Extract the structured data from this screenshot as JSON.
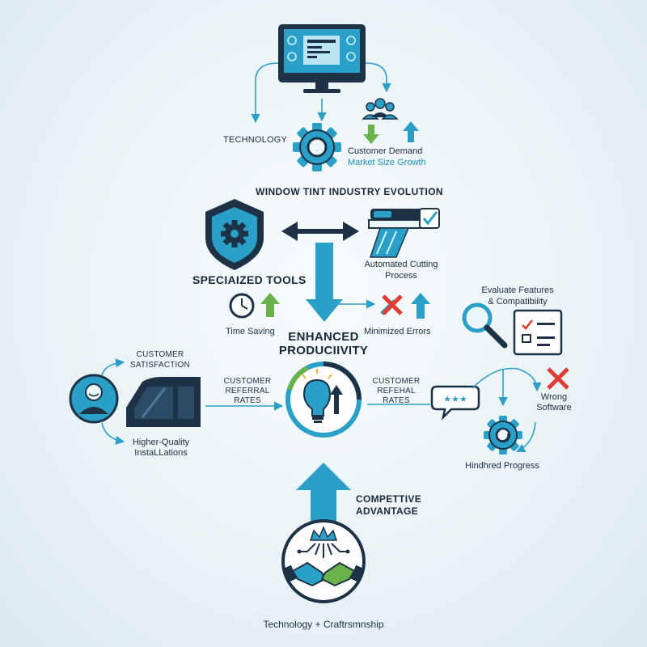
{
  "top": {
    "technology_label": "TECHNOLOGY",
    "demand_label": "Customer Demand",
    "market_label": "Market Size Growth"
  },
  "title": "WINDOW TINT INDUSTRY EVOLUTION",
  "tools": {
    "label": "SPECIAIZED TOOLS",
    "cutting_line1": "Automated Cutting",
    "cutting_line2": "Process"
  },
  "benefits": {
    "time_saving": "Time Saving",
    "minimized_errors": "Minimized Errors"
  },
  "center": {
    "line1": "ENHANCED",
    "line2": "PRODUCIIVITY"
  },
  "left": {
    "satisfaction_line1": "CUSTOMER",
    "satisfaction_line2": "SATISFACTION",
    "quality_line1": "Higher-Quality",
    "quality_line2": "InstaLLations",
    "referral_line1": "CUSTOMER",
    "referral_line2": "REFERRAL",
    "referral_line3": "RATES"
  },
  "right": {
    "referral_line1": "CUSTOMER",
    "referral_line2": "REFEHAL",
    "referral_line3": "RATES",
    "evaluate_line1": "Evaluate Features",
    "evaluate_line2": "& Compatibiiity",
    "wrong_line1": "Wrong",
    "wrong_line2": "Software",
    "hindered": "Hindhred Progress"
  },
  "bottom": {
    "advantage_line1": "COMPETTIVE",
    "advantage_line2": "ADVANTAGE",
    "caption": "Technology + Craftrsmnship"
  },
  "colors": {
    "navy": "#1e3246",
    "teal": "#2aa0c8",
    "green": "#6ab24a",
    "red": "#e23b35"
  }
}
